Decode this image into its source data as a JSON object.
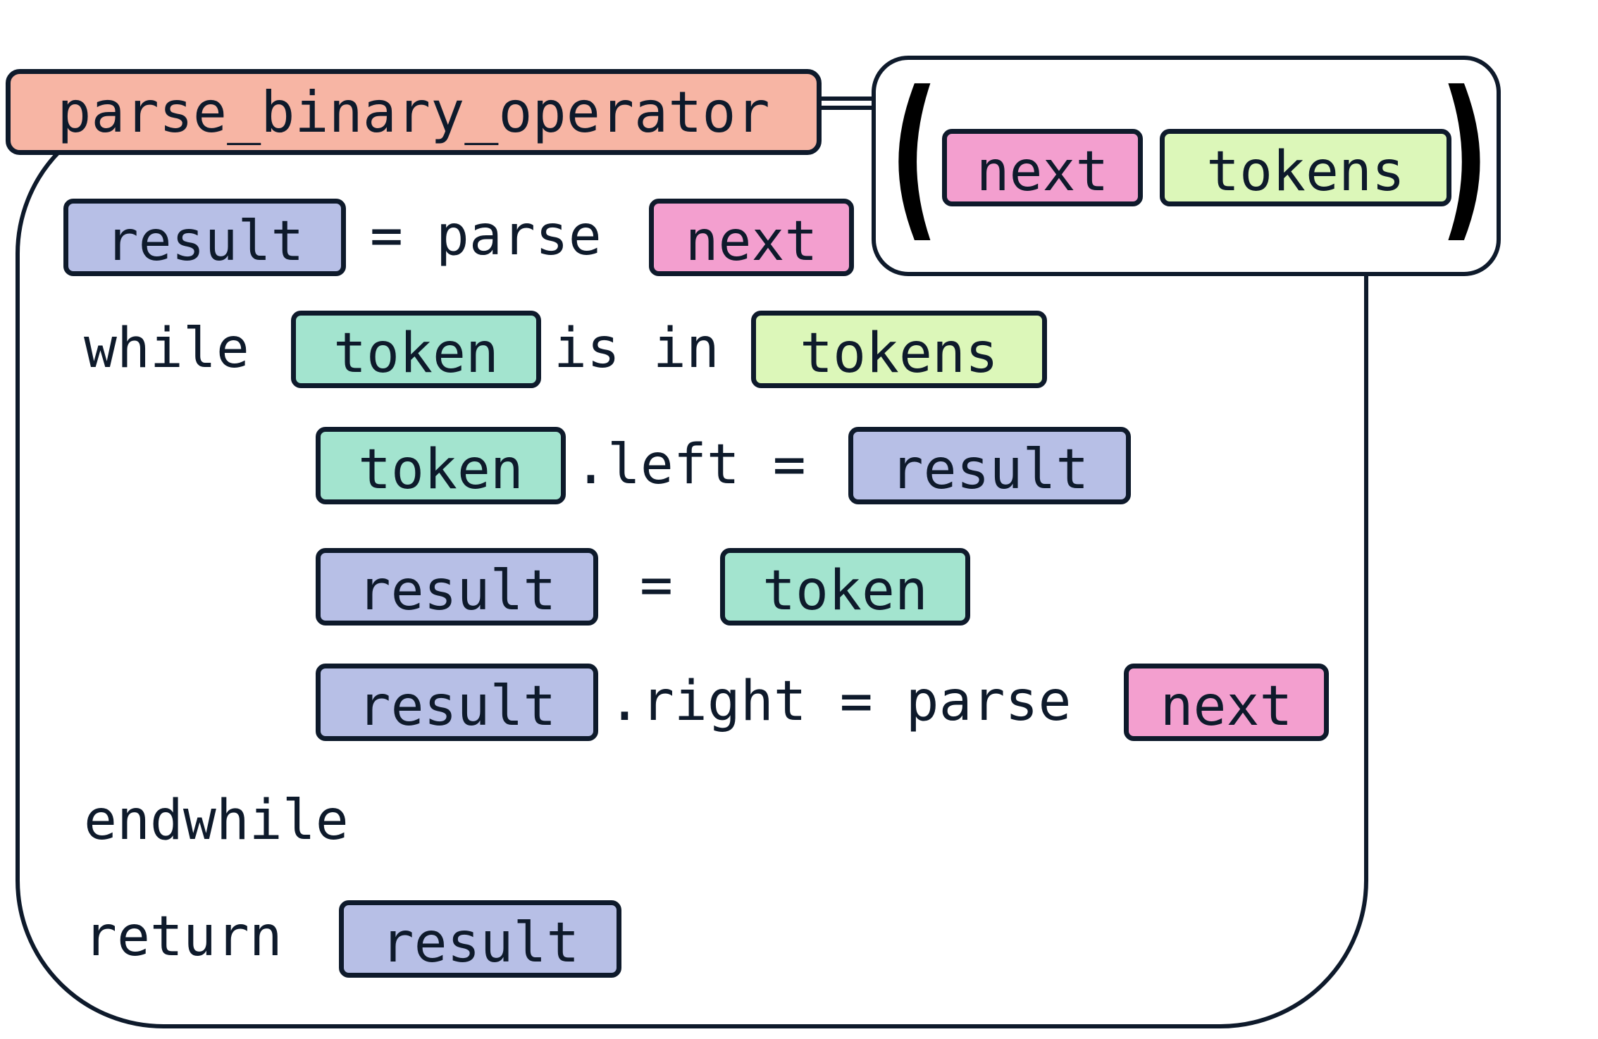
{
  "function_name": "parse_binary_operator",
  "params": [
    "next",
    "tokens"
  ],
  "paren_open": "(",
  "paren_close": ")",
  "lines": {
    "l1": {
      "var": "result",
      "eq_parse": "= parse",
      "arg": "next"
    },
    "l2": {
      "kw": "while",
      "var": "token",
      "is_in": "is in",
      "coll": "tokens"
    },
    "l3": {
      "var": "token",
      "attr": ".left =",
      "val": "result"
    },
    "l4": {
      "var": "result",
      "eq": "=",
      "val": "token"
    },
    "l5": {
      "var": "result",
      "attr": ".right = parse",
      "arg": "next"
    },
    "l6": {
      "kw": "endwhile"
    },
    "l7": {
      "kw": "return",
      "val": "result"
    }
  },
  "colors": {
    "function": "#f7b5a4",
    "result": "#b7bfe6",
    "next": "#f39fcf",
    "token": "#a3e4cf",
    "tokens": "#dcf7b9",
    "outline": "#0e1a2b"
  }
}
